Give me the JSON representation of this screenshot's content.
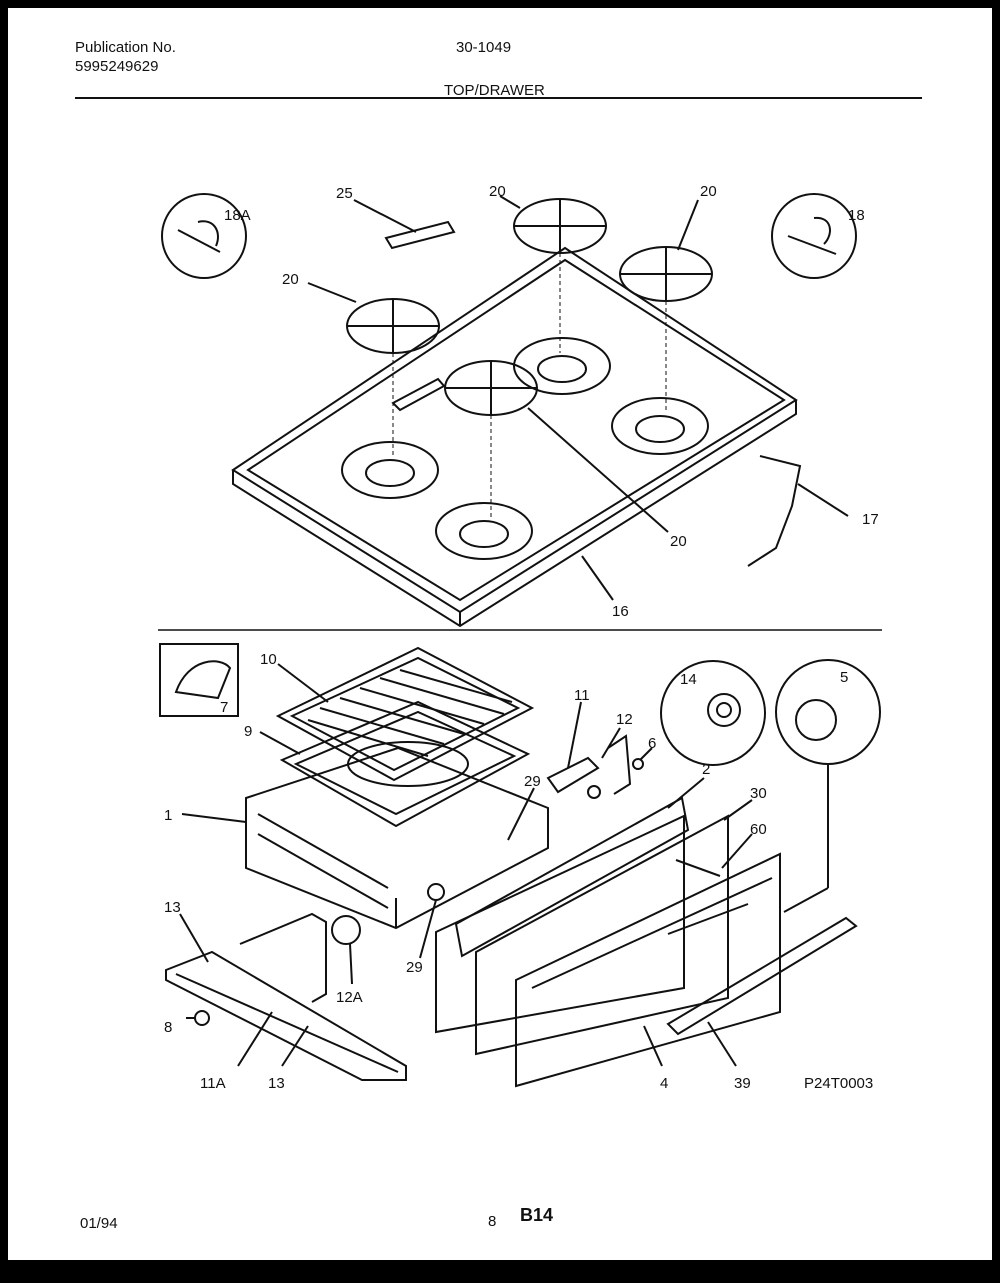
{
  "header": {
    "publication_label": "Publication No.",
    "publication_number": "5995249629",
    "model_code": "30-1049",
    "section_title": "TOP/DRAWER"
  },
  "footer": {
    "date": "01/94",
    "page_number": "8",
    "page_code": "B14"
  },
  "diagram": {
    "figure_id": "P24T0003",
    "callouts": {
      "c18A": "18A",
      "c25": "25",
      "c20_top": "20",
      "c20_right": "20",
      "c18": "18",
      "c20_left": "20",
      "c17": "17",
      "c20_center": "20",
      "c16": "16",
      "c7": "7",
      "c10": "10",
      "c11": "11",
      "c12": "12",
      "c14": "14",
      "c5": "5",
      "c9": "9",
      "c6_right": "6",
      "c2": "2",
      "c30": "30",
      "c29_top": "29",
      "c60": "60",
      "c1": "1",
      "c13_top": "13",
      "c29_bottom": "29",
      "c12A": "12A",
      "c8": "8",
      "c11A": "11A",
      "c13_bottom": "13",
      "c4": "4",
      "c39": "39"
    }
  }
}
